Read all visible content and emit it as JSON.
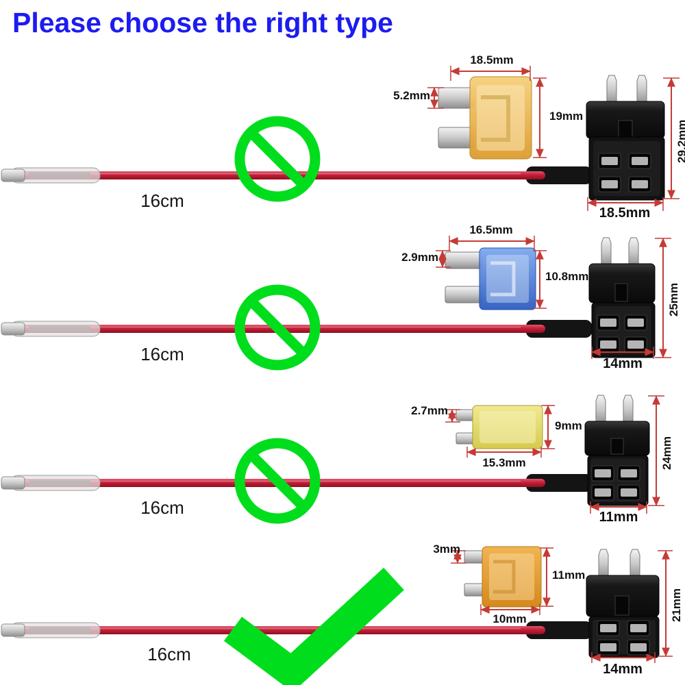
{
  "title": "Please choose the right type",
  "accent": {
    "title_color": "#1c1cf0",
    "status_green": "#00dd1c",
    "dimension_line_color": "#c43b36",
    "wire_color": "#c41f38"
  },
  "rows": [
    {
      "name": "standard-ato-fuse-tap",
      "verdict": "wrong",
      "icon": "prohibited-icon",
      "wire_length": "16cm",
      "dims": {
        "fuse_width": "18.5mm",
        "blade": "5.2mm",
        "fuse_height": "19mm",
        "holder_height": "29.2mm",
        "holder_width": "18.5mm"
      }
    },
    {
      "name": "mini-fuse-tap",
      "verdict": "wrong",
      "icon": "prohibited-icon",
      "wire_length": "16cm",
      "dims": {
        "fuse_width": "16.5mm",
        "blade": "2.9mm",
        "fuse_height": "10.8mm",
        "holder_height": "25mm",
        "holder_width": "14mm"
      }
    },
    {
      "name": "low-profile-mini-fuse-tap",
      "verdict": "wrong",
      "icon": "prohibited-icon",
      "wire_length": "16cm",
      "dims": {
        "blade": "2.7mm",
        "fuse_height": "9mm",
        "fuse_width": "15.3mm",
        "holder_height": "24mm",
        "holder_width": "11mm"
      }
    },
    {
      "name": "micro2-fuse-tap",
      "verdict": "right",
      "icon": "checkmark-icon",
      "wire_length": "16cm",
      "dims": {
        "blade": "3mm",
        "fuse_height": "11mm",
        "fuse_width": "10mm",
        "holder_height": "21mm",
        "holder_width": "14mm"
      }
    }
  ]
}
